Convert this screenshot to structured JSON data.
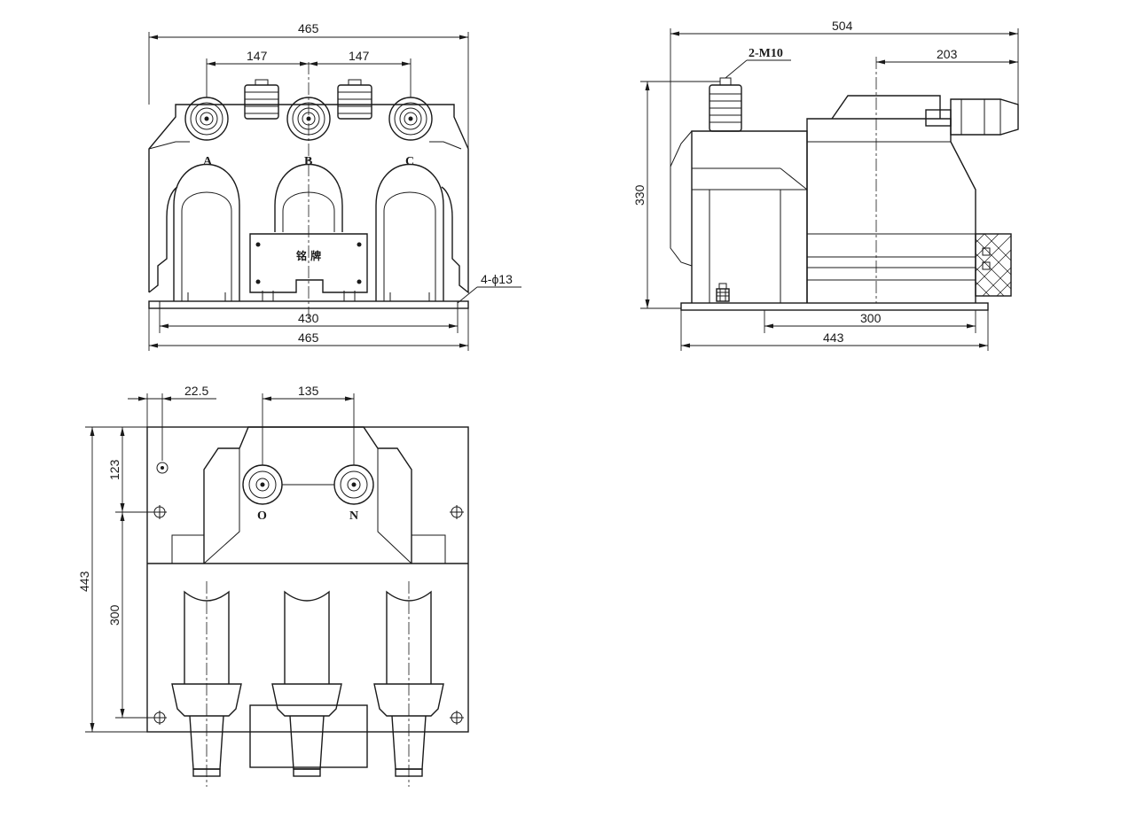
{
  "front_view": {
    "dim_overall_top": "465",
    "dim_spacing_left": "147",
    "dim_spacing_right": "147",
    "phase_a": "A",
    "phase_b": "B",
    "phase_c": "C",
    "nameplate_text": "铭 牌",
    "dim_hole_spacing": "430",
    "dim_overall_bottom": "465",
    "hole_note": "4-ϕ13"
  },
  "side_view": {
    "dim_overall_length": "504",
    "dim_bushing_offset": "203",
    "bushing_note": "2-M10",
    "dim_height": "330",
    "dim_hole_spacing": "300",
    "dim_base_length": "443"
  },
  "top_view": {
    "dim_hole_edge": "22.5",
    "dim_terminal_spacing": "135",
    "dim_top_offset": "123",
    "dim_overall_depth": "443",
    "dim_hole_spacing": "300",
    "terminal_o": "O",
    "terminal_n": "N"
  }
}
